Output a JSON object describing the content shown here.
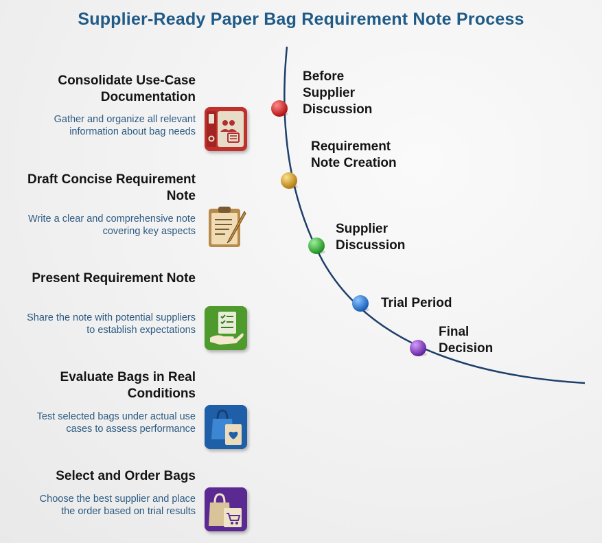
{
  "title": "Supplier-Ready Paper Bag Requirement Note Process",
  "steps": [
    {
      "title": "Consolidate Use-Case Documentation",
      "description": "Gather and organize all relevant information about bag needs",
      "icon": "binder-document-icon",
      "color": "#c0302c"
    },
    {
      "title": "Draft Concise Requirement Note",
      "description": "Write a clear and comprehensive note covering key aspects",
      "icon": "clipboard-pen-icon",
      "color": "#c9a46a"
    },
    {
      "title": "Present Requirement Note",
      "description": "Share the note with potential suppliers to establish expectations",
      "icon": "checklist-hand-icon",
      "color": "#4f9a2c"
    },
    {
      "title": "Evaluate Bags in Real Conditions",
      "description": "Test selected bags under actual use cases to assess performance",
      "icon": "bag-heart-icon",
      "color": "#1f5fa8"
    },
    {
      "title": "Select and Order Bags",
      "description": "Choose the best supplier and place the order based on trial results",
      "icon": "bag-cart-icon",
      "color": "#5a2a92"
    }
  ],
  "timeline": [
    {
      "label": "Before Supplier Discussion",
      "color": "#c41a1a"
    },
    {
      "label": "Requirement Note Creation",
      "color": "#c9951a"
    },
    {
      "label": "Supplier Discussion",
      "color": "#2ea82e"
    },
    {
      "label": "Trial Period",
      "color": "#1e6fd0"
    },
    {
      "label": "Final Decision",
      "color": "#7a2bb0"
    }
  ]
}
